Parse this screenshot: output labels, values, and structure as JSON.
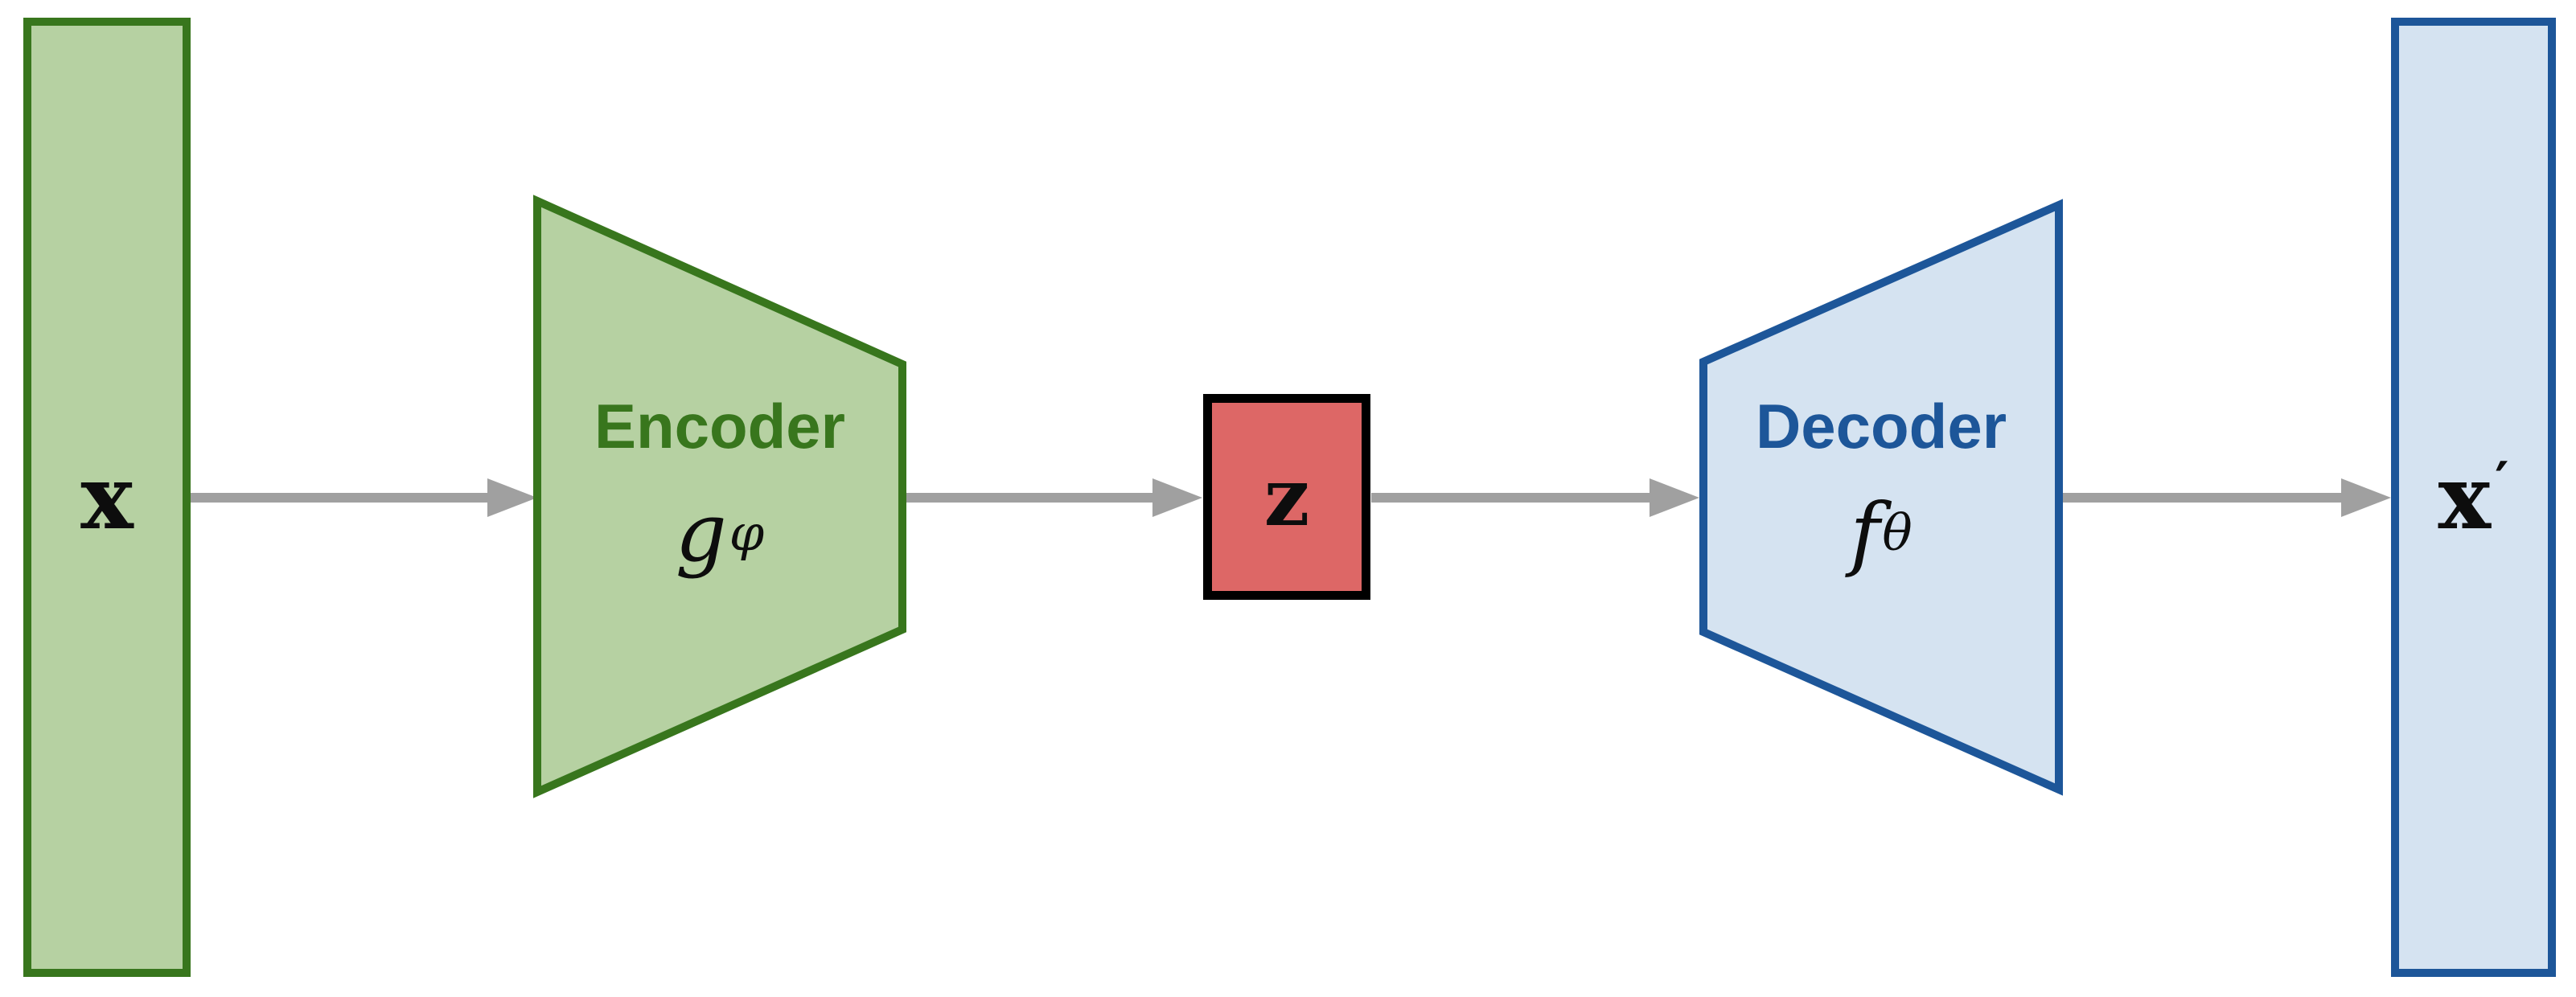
{
  "nodes": {
    "input": {
      "label": "x"
    },
    "encoder": {
      "title": "Encoder",
      "symbol": "g",
      "symbol_sub": "φ"
    },
    "latent": {
      "label": "z"
    },
    "decoder": {
      "title": "Decoder",
      "symbol": "f",
      "symbol_sub": "θ"
    },
    "output": {
      "label": "x",
      "label_prime": "′"
    }
  },
  "colors": {
    "input_fill": "#b6d1a2",
    "input_border": "#38761d",
    "encoder_fill": "#b6d1a2",
    "encoder_border": "#38761d",
    "encoder_text": "#38761d",
    "latent_fill": "#dd6766",
    "latent_border": "#000000",
    "decoder_fill": "#d5e3f1",
    "decoder_border": "#1d5699",
    "decoder_text": "#1d5699",
    "output_fill": "#d5e3f1",
    "output_border": "#1d5699",
    "arrow": "#a0a0a0"
  }
}
